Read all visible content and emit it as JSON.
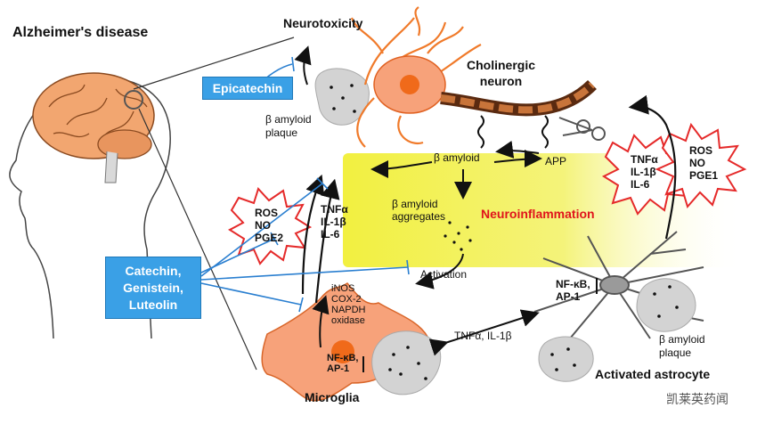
{
  "labels": {
    "alzheimers": "Alzheimer's disease",
    "neurotoxicity": "Neurotoxicity",
    "cholinergic_neuron": "Cholinergic\nneuron",
    "beta_amyloid_plaque_top": "β amyloid\nplaque",
    "beta_amyloid": "β amyloid",
    "app": "APP",
    "beta_amyloid_aggregates": "β amyloid\naggregates",
    "neuroinflammation": "Neuroinflammation",
    "activation": "Activation",
    "nfkb_ap1_astro": "NF-κB,\nAP-1",
    "beta_amyloid_plaque_bottom": "β amyloid\nplaque",
    "activated_astrocyte": "Activated astrocyte",
    "microglia": "Microglia",
    "enzymes": "iNOS\nCOX-2\nNAPDH\noxidase",
    "nfkb_ap1_micro": "NF-κB,\nAP-1",
    "tnf_il1b": "TNFα, IL-1β",
    "watermark": "凯莱英药闻"
  },
  "boxes": {
    "epicatechin": "Epicatechin",
    "catechin_group": "Catechin,\nGenistein,\nLuteolin"
  },
  "bursts": {
    "left_ros": "ROS\nNO\nPGE2",
    "left_cytokines": "TNFα\nIL-1β\nIL-6",
    "right_cytokines": "TNFα\nIL-1β\nIL-6",
    "right_ros": "ROS\nNO\nPGE1"
  },
  "colors": {
    "box_blue": "#3aa0e6",
    "inhibit_blue": "#2a7fd0",
    "neuroinflammation_red": "#e0141c",
    "highlight_yellow": "#f2f040",
    "cell_salmon": "#f7a27a",
    "nucleus_orange": "#f06a1a",
    "burst_red": "#e52a2a"
  }
}
